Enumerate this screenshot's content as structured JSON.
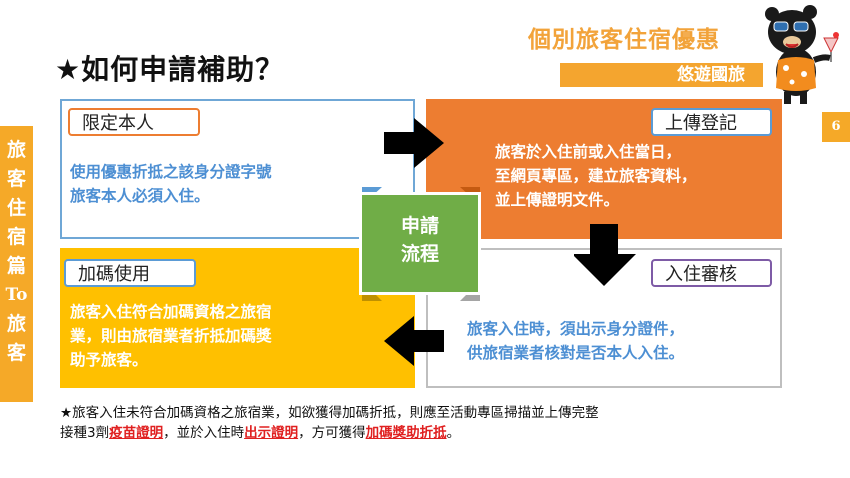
{
  "slide": {
    "title": "★如何申請補助？",
    "header_title": "個別旅客住宿優惠",
    "header_subtitle": "悠遊國旅",
    "page_number": "6",
    "side_label": [
      "旅",
      "客",
      "住",
      "宿",
      "篇",
      "To",
      "旅",
      "客"
    ]
  },
  "center": {
    "line1": "申請",
    "line2": "流程"
  },
  "quadrants": {
    "q1": {
      "label": "限定本人",
      "lines": [
        "使用優惠折抵之該身分證字號",
        "旅客本人必須入住。"
      ]
    },
    "q2": {
      "label": "上傳登記",
      "lines": [
        "旅客於入住前或入住當日，",
        "至網頁專區，建立旅客資料，",
        "並上傳證明文件。"
      ]
    },
    "q3": {
      "label": "加碼使用",
      "lines": [
        "旅客入住符合加碼資格之旅宿",
        "業，則由旅宿業者折抵加碼獎",
        "助予旅客。"
      ]
    },
    "q4": {
      "label": "入住審核",
      "lines": [
        "旅客入住時，須出示身分證件，",
        "供旅宿業者核對是否本人入住。"
      ]
    }
  },
  "footnote": {
    "line1": "★旅客入住未符合加碼資格之旅宿業，如欲獲得加碼折抵，則應至活動專區掃描並上傳完整",
    "line2_a": "接種3劑",
    "line2_b": "疫苗證明",
    "line2_c": "，並於入住時",
    "line2_d": "出示證明",
    "line2_e": "，方可獲得",
    "line2_f": "加碼獎助折抵",
    "line2_g": "。"
  },
  "colors": {
    "orange": "#ED7D31",
    "yellow": "#FFC000",
    "green": "#70AD47",
    "blue_text": "#4D8FD3",
    "header_orange": "#F4A52F"
  },
  "icons": {
    "mascot": "bear-mascot-icon",
    "arrow": "arrow-icon"
  }
}
